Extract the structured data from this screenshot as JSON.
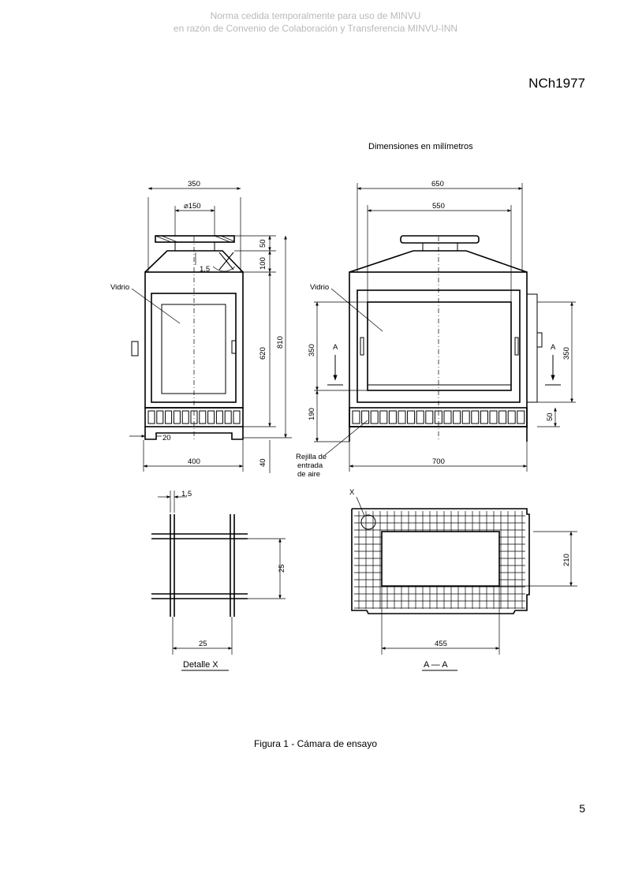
{
  "watermark": {
    "line1": "Norma cedida temporalmente para uso de MINVU",
    "line2": "en razón de Convenio de Colaboración y Transferencia MINVU-INN"
  },
  "header": {
    "doc_code": "NCh1977"
  },
  "figure": {
    "units_note": "Dimensiones en milímetros",
    "caption": "Figura 1 - Cámara de ensayo",
    "side_view": {
      "dim_top_width": "350",
      "dim_flue_diameter": "⌀150",
      "dim_wall_thickness": "1,5",
      "dim_top_plate": "50",
      "dim_hood": "100",
      "dim_inner_height": "620",
      "dim_total_height": "810",
      "dim_base": "40",
      "dim_offset": "20",
      "dim_bottom_width": "400",
      "label_glass": "Vidrio"
    },
    "front_view": {
      "dim_outer_width": "650",
      "dim_inner_width": "550",
      "dim_glass_height_left": "350",
      "dim_glass_height_right": "350",
      "dim_grate_height": "190",
      "dim_grate_band": "50",
      "dim_bottom_width": "700",
      "section_marker": "A",
      "label_glass": "Vidrio",
      "label_air_grille_1": "Rejilla de",
      "label_air_grille_2": "entrada",
      "label_air_grille_3": "de aire"
    },
    "detail_x": {
      "dim_bar": "1,5",
      "dim_mesh_vertical": "25",
      "dim_mesh_horizontal": "25",
      "title": "Detalle X"
    },
    "section_aa": {
      "marker": "X",
      "dim_opening_height": "210",
      "dim_opening_width": "455",
      "title": "A — A"
    }
  },
  "footer": {
    "page_number": "5"
  }
}
